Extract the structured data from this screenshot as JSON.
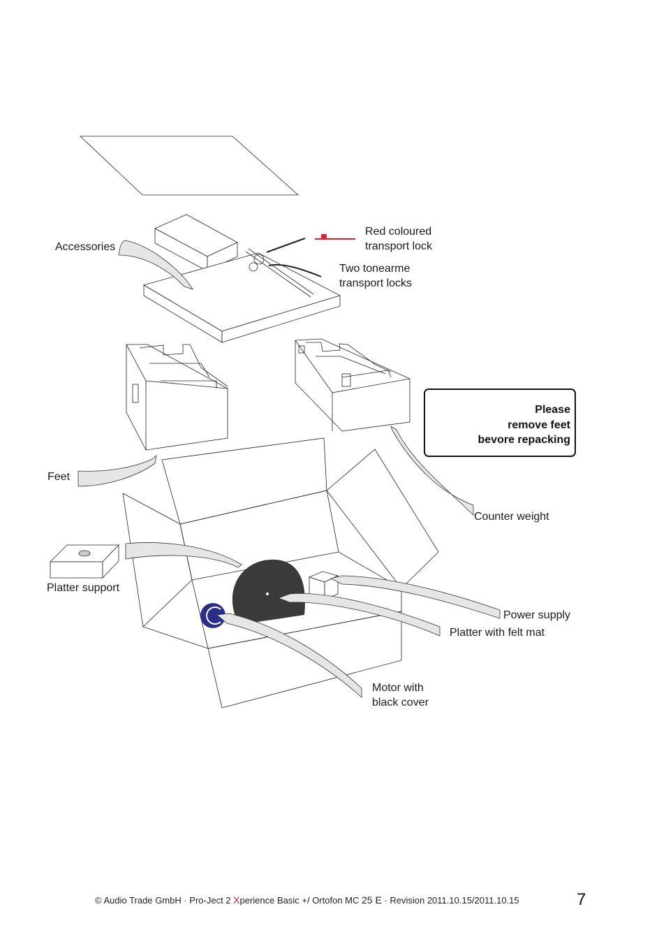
{
  "labels": {
    "accessories": "Accessories",
    "red_lock": [
      "Red coloured",
      "transport lock"
    ],
    "tonearm_locks": [
      "Two tonearme",
      "transport locks"
    ],
    "feet": "Feet",
    "counter_weight": "Counter weight",
    "platter_support": "Platter support",
    "power_supply": "Power supply",
    "platter_felt": "Platter with felt mat",
    "motor": [
      "Motor with",
      "black cover"
    ]
  },
  "warning": {
    "lines": [
      "Please",
      "remove feet",
      "bevore repacking"
    ],
    "icon": "warning-exclamation-icon",
    "color": "#e4202a"
  },
  "footer": {
    "prefix": "© Audio Trade GmbH · Pro-Ject 2 ",
    "x_letter": "X",
    "middle": "perience Basic +/ Ortofon MC ",
    "model": "25 E",
    "suffix": " · Revision 2011.10.15/2011.10.15",
    "page_number": "7"
  },
  "colors": {
    "accent_red": "#e4202a",
    "motor_blue": "#2a2d8a",
    "platter_dark": "#3a3a3a",
    "arrow_fill": "#e6e6e6"
  }
}
